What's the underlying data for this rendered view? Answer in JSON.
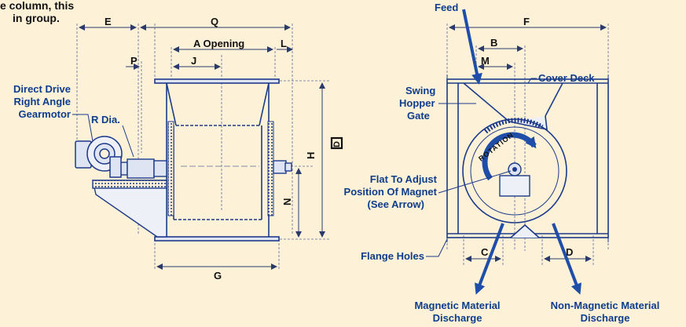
{
  "caption": {
    "line1": "e column, this",
    "line2": "in group."
  },
  "left_view": {
    "dims": {
      "E": "E",
      "Q": "Q",
      "A": "A Opening",
      "L": "L",
      "P": "P",
      "J": "J",
      "H": "H",
      "D": "D",
      "N": "N",
      "G": "G"
    },
    "callouts": {
      "gearmotor_1": "Direct Drive",
      "gearmotor_2": "Right Angle",
      "gearmotor_3": "Gearmotor",
      "r_dia": "R Dia."
    }
  },
  "right_view": {
    "dims": {
      "F": "F",
      "B": "B",
      "M": "M",
      "C": "C",
      "D": "D"
    },
    "callouts": {
      "feed": "Feed",
      "cover_deck": "Cover Deck",
      "gate_1": "Swing",
      "gate_2": "Hopper",
      "gate_3": "Gate",
      "rotation": "ROTATION",
      "flat_1": "Flat To Adjust",
      "flat_2": "Position Of Magnet",
      "flat_3": "(See Arrow)",
      "flange_holes": "Flange Holes",
      "mag_1": "Magnetic  Material",
      "mag_2": "Discharge",
      "nonmag_1": "Non-Magnetic  Material",
      "nonmag_2": "Discharge"
    }
  },
  "colors": {
    "background": "#fdf1d8",
    "drawing": "#1d3a8a",
    "dimension_line": "#5a6a9a",
    "callout_text": "#0e3d8c",
    "dimension_text": "#111111",
    "arrow": "#1e4ea8"
  }
}
